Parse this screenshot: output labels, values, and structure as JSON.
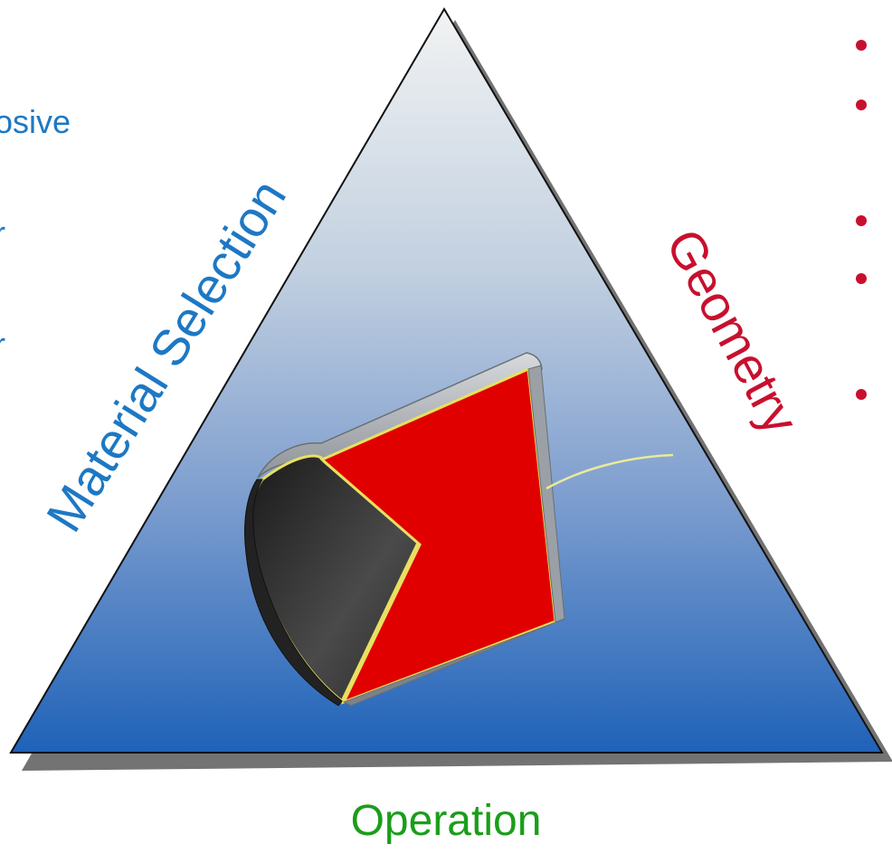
{
  "labels": {
    "left_side": "Material Selection",
    "right_side": "Geometry",
    "bottom": "Operation"
  },
  "left_text_fragments": [
    "osive",
    "r",
    "r"
  ],
  "right_bullets_count": 5,
  "colors": {
    "material_selection": "#1d78c4",
    "geometry": "#c8102e",
    "operation": "#1a9e1a",
    "triangle_top": "#f2f3f3",
    "triangle_bottom": "#1f62b8",
    "model_face": "#e00000",
    "model_inner": "#3a3a3a",
    "model_edge": "#e8e060"
  }
}
